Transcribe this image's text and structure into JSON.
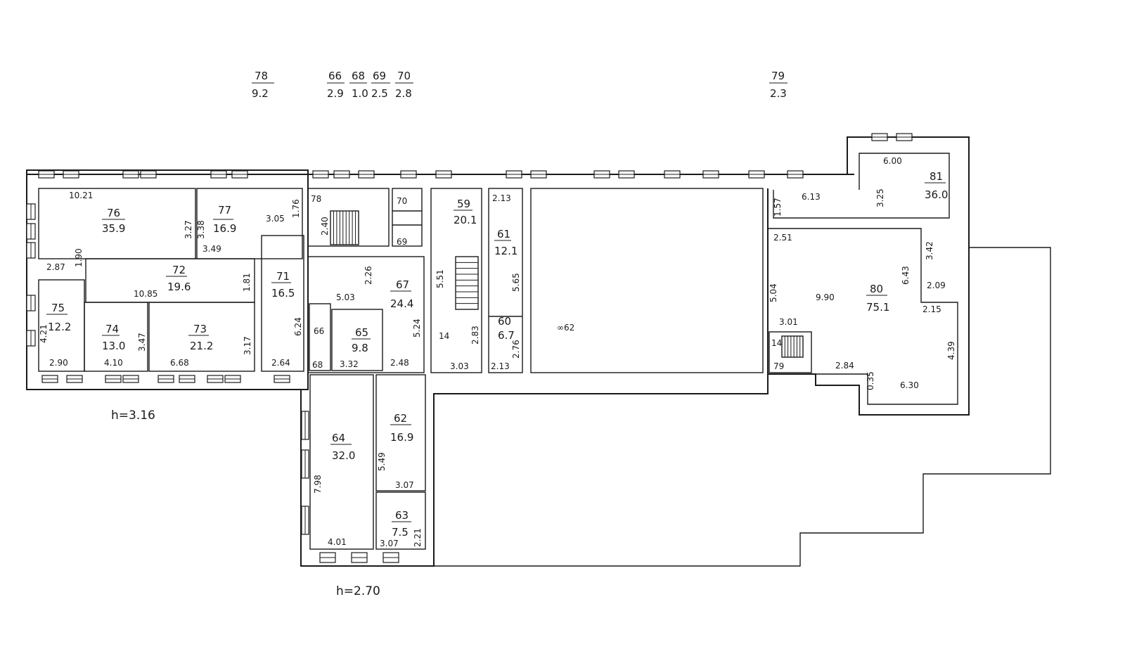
{
  "top_labels": [
    {
      "id": "78",
      "num": "78",
      "area": "9.2"
    },
    {
      "id": "66",
      "num": "66",
      "area": "2.9"
    },
    {
      "id": "68",
      "num": "68",
      "area": "1.0"
    },
    {
      "id": "69",
      "num": "69",
      "area": "2.5"
    },
    {
      "id": "70",
      "num": "70",
      "area": "2.8"
    },
    {
      "id": "79",
      "num": "79",
      "area": "2.3"
    }
  ],
  "rooms": [
    {
      "id": "76",
      "num": "76",
      "area": "35.9"
    },
    {
      "id": "77",
      "num": "77",
      "area": "16.9"
    },
    {
      "id": "72",
      "num": "72",
      "area": "19.6"
    },
    {
      "id": "75",
      "num": "75",
      "area": "12.2"
    },
    {
      "id": "74",
      "num": "74",
      "area": "13.0"
    },
    {
      "id": "73",
      "num": "73",
      "area": "21.2"
    },
    {
      "id": "71",
      "num": "71",
      "area": "16.5"
    },
    {
      "id": "67",
      "num": "67",
      "area": "24.4"
    },
    {
      "id": "65",
      "num": "65",
      "area": "9.8"
    },
    {
      "id": "59",
      "num": "59",
      "area": "20.1"
    },
    {
      "id": "61",
      "num": "61",
      "area": "12.1"
    },
    {
      "id": "60",
      "num": "60",
      "area": "6.7"
    },
    {
      "id": "64",
      "num": "64",
      "area": "32.0"
    },
    {
      "id": "62",
      "num": "62",
      "area": "16.9"
    },
    {
      "id": "63",
      "num": "63",
      "area": "7.5"
    },
    {
      "id": "81",
      "num": "81",
      "area": "36.0"
    },
    {
      "id": "80",
      "num": "80",
      "area": "75.1"
    }
  ],
  "small_labels": {
    "l78": "78",
    "l66": "66",
    "l68": "68",
    "l69": "69",
    "l70": "70",
    "l79": "79",
    "l14": "14",
    "l14b": "14"
  },
  "dims": {
    "d1021": "10.21",
    "d327": "3.27",
    "d338": "3.38",
    "d305": "3.05",
    "d176": "1.76",
    "d349": "3.49",
    "d287": "2.87",
    "d190": "1.90",
    "d1085": "10.85",
    "d181": "1.81",
    "d421": "4.21",
    "d290": "2.90",
    "d347": "3.47",
    "d410": "4.10",
    "d668": "6.68",
    "d317": "3.17",
    "d624": "6.24",
    "d264": "2.64",
    "d240": "2.40",
    "d503": "5.03",
    "d226": "2.26",
    "d524": "5.24",
    "d248": "2.48",
    "d332": "3.32",
    "d551": "5.51",
    "d283": "2.83",
    "d303": "3.03",
    "d213a": "2.13",
    "d565": "5.65",
    "d213b": "2.13",
    "d276": "2.76",
    "d600": "6.00",
    "d613": "6.13",
    "d157": "1.57",
    "d325": "3.25",
    "d342": "3.42",
    "d251": "2.51",
    "d504": "5.04",
    "d990": "9.90",
    "d643": "6.43",
    "d209": "2.09",
    "d215": "2.15",
    "d301": "3.01",
    "d439": "4.39",
    "d284": "2.84",
    "d035": "0.35",
    "d630": "6.30",
    "d798": "7.98",
    "d549": "5.49",
    "d307a": "3.07",
    "d401": "4.01",
    "d307b": "3.07",
    "d221": "2.21",
    "dhall": "∞62"
  },
  "heights": {
    "h1": "h=3.16",
    "h2": "h=2.70"
  }
}
